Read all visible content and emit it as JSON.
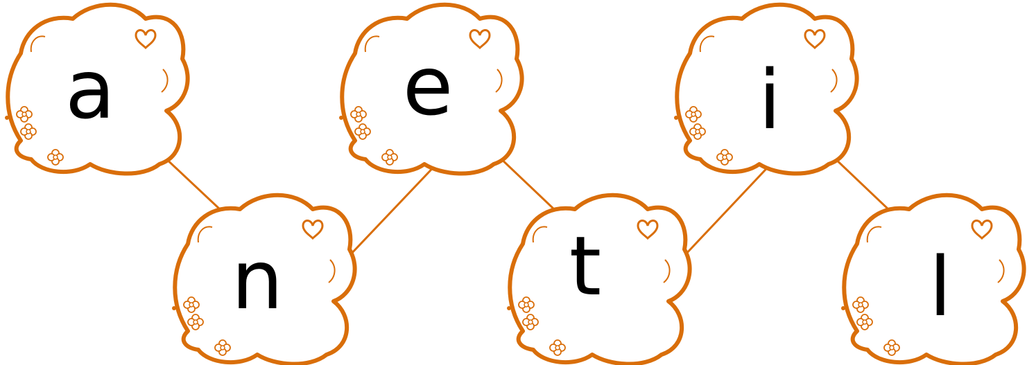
{
  "theme": {
    "cloud_stroke": "#D96E0A",
    "cloud_fill": "#FFFFFF",
    "connector_color": "#D96E0A",
    "letter_color": "#000000"
  },
  "clouds": [
    {
      "letter": "a",
      "icon": "heart-icon",
      "decor": "flower-icon"
    },
    {
      "letter": "n",
      "icon": "heart-icon",
      "decor": "flower-icon"
    },
    {
      "letter": "e",
      "icon": "heart-icon",
      "decor": "flower-icon"
    },
    {
      "letter": "t",
      "icon": "heart-icon",
      "decor": "flower-icon"
    },
    {
      "letter": "i",
      "icon": "heart-icon",
      "decor": "flower-icon"
    },
    {
      "letter": "l",
      "icon": "heart-icon",
      "decor": "flower-icon"
    }
  ]
}
